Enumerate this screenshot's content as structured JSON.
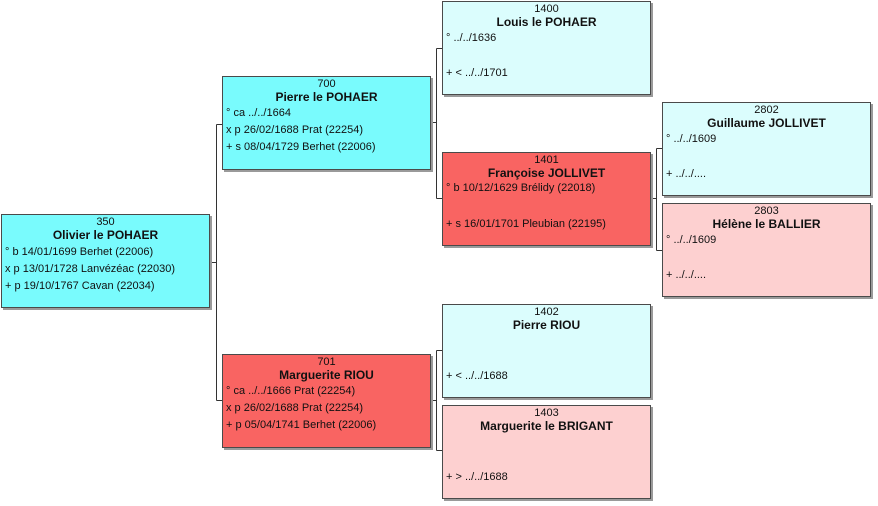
{
  "colors": {
    "male_primary": "#79fbfd",
    "male_ancestor": "#dbfdfd",
    "female_primary": "#f96462",
    "female_ancestor": "#fdd0d0",
    "connector": "#333333"
  },
  "persons": {
    "p350": {
      "num": "350",
      "name": "Olivier le POHAER",
      "ev1": "° b 14/01/1699 Berhet (22006)",
      "ev2": "x p 13/01/1728 Lanvézéac (22030)",
      "ev3": "+ p 19/10/1767 Cavan (22034)"
    },
    "p700": {
      "num": "700",
      "name": "Pierre le POHAER",
      "ev1": "° ca ../../1664",
      "ev2": "x p 26/02/1688 Prat (22254)",
      "ev3": "+ s 08/04/1729 Berhet (22006)"
    },
    "p701": {
      "num": "701",
      "name": "Marguerite RIOU",
      "ev1": "° ca ../../1666 Prat (22254)",
      "ev2": "x p 26/02/1688 Prat (22254)",
      "ev3": "+ p 05/04/1741 Berhet (22006)"
    },
    "p1400": {
      "num": "1400",
      "name": "Louis le POHAER",
      "ev1": "° ../../1636",
      "ev2": "+ < ../../1701"
    },
    "p1401": {
      "num": "1401",
      "name": "Françoise JOLLIVET",
      "ev1": "° b 10/12/1629 Brélidy (22018)",
      "ev2": "+ s 16/01/1701 Pleubian (22195)"
    },
    "p1402": {
      "num": "1402",
      "name": "Pierre RIOU",
      "ev2": "+ < ../../1688"
    },
    "p1403": {
      "num": "1403",
      "name": "Marguerite le BRIGANT",
      "ev2": "+ > ../../1688"
    },
    "p2802": {
      "num": "2802",
      "name": "Guillaume JOLLIVET",
      "ev1": "° ../../1609",
      "ev2": "+ ../../...."
    },
    "p2803": {
      "num": "2803",
      "name": "Hélène le BALLIER",
      "ev1": "° ../../1609",
      "ev2": "+ ../../...."
    }
  }
}
